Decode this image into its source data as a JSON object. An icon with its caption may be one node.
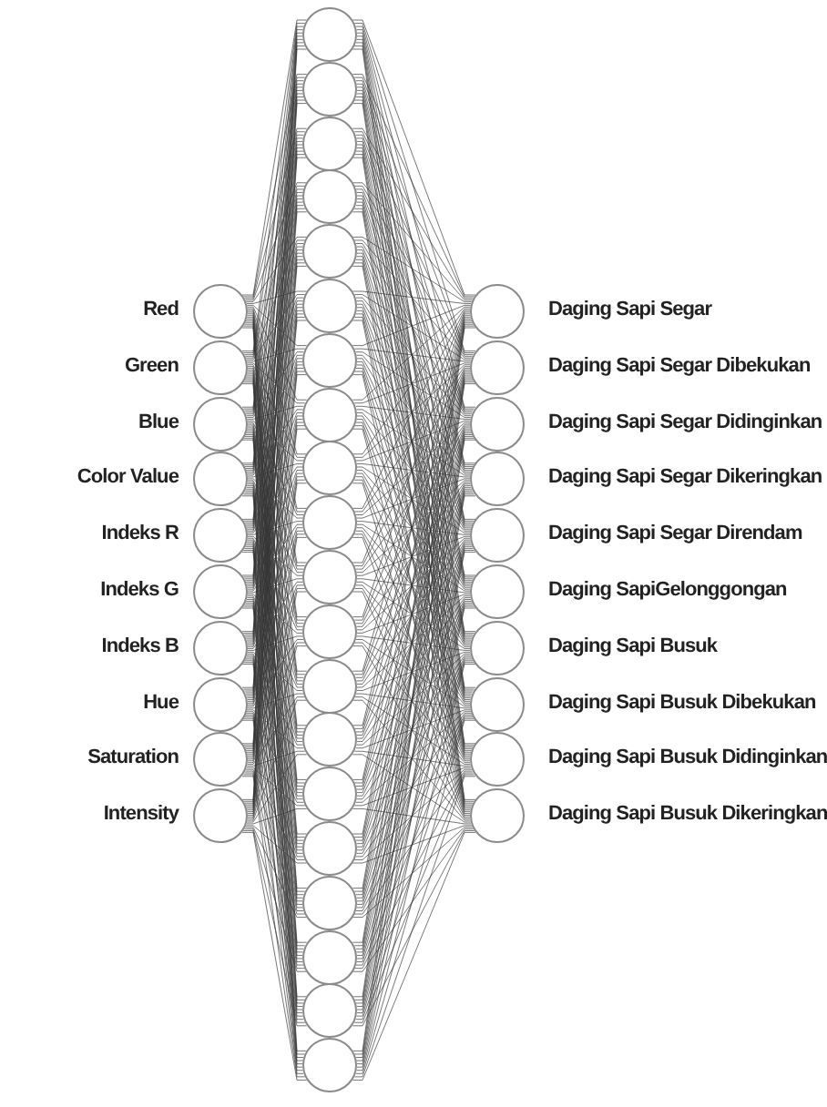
{
  "diagram": {
    "nodes": [
      {
        "text": [],
        "shape": "circle",
        "beside": [
          "Red"
        ]
      },
      {
        "text": [],
        "shape": "circle",
        "beside": [
          "Green"
        ]
      },
      {
        "text": [],
        "shape": "circle",
        "beside": [
          "Blue"
        ]
      },
      {
        "text": [],
        "shape": "circle",
        "beside": [
          "Color Value"
        ]
      },
      {
        "text": [],
        "shape": "circle",
        "beside": [
          "Indeks R"
        ]
      },
      {
        "text": [],
        "shape": "circle",
        "beside": [
          "Indeks G"
        ]
      },
      {
        "text": [],
        "shape": "circle",
        "beside": [
          "Indeks B"
        ]
      },
      {
        "text": [],
        "shape": "circle",
        "beside": [
          "Hue"
        ]
      },
      {
        "text": [],
        "shape": "circle",
        "beside": [
          "Saturation"
        ]
      },
      {
        "text": [],
        "shape": "circle",
        "beside": [
          "Intensity"
        ]
      },
      {
        "text": [],
        "shape": "circle"
      },
      {
        "text": [],
        "shape": "circle"
      },
      {
        "text": [],
        "shape": "circle"
      },
      {
        "text": [],
        "shape": "circle"
      },
      {
        "text": [],
        "shape": "circle"
      },
      {
        "text": [],
        "shape": "circle"
      },
      {
        "text": [],
        "shape": "circle"
      },
      {
        "text": [],
        "shape": "circle"
      },
      {
        "text": [],
        "shape": "circle"
      },
      {
        "text": [],
        "shape": "circle"
      },
      {
        "text": [],
        "shape": "circle"
      },
      {
        "text": [],
        "shape": "circle"
      },
      {
        "text": [],
        "shape": "circle"
      },
      {
        "text": [],
        "shape": "circle"
      },
      {
        "text": [],
        "shape": "circle"
      },
      {
        "text": [],
        "shape": "circle"
      },
      {
        "text": [],
        "shape": "circle"
      },
      {
        "text": [],
        "shape": "circle"
      },
      {
        "text": [],
        "shape": "circle"
      },
      {
        "text": [],
        "shape": "circle"
      },
      {
        "text": [],
        "shape": "circle",
        "beside": [
          "Daging Sapi Segar"
        ]
      },
      {
        "text": [],
        "shape": "circle",
        "beside": [
          "Daging Sapi Segar Dibekukan"
        ]
      },
      {
        "text": [],
        "shape": "circle",
        "beside": [
          "Daging Sapi Segar Didinginkan"
        ]
      },
      {
        "text": [],
        "shape": "circle",
        "beside": [
          "Daging Sapi Segar Dikeringkan"
        ]
      },
      {
        "text": [],
        "shape": "circle",
        "beside": [
          "Daging Sapi Segar Direndam"
        ]
      },
      {
        "text": [],
        "shape": "circle",
        "beside": [
          "Daging SapiGelonggongan"
        ]
      },
      {
        "text": [],
        "shape": "circle",
        "beside": [
          "Daging Sapi Busuk"
        ]
      },
      {
        "text": [],
        "shape": "circle",
        "beside": [
          "Daging Sapi Busuk Dibekukan"
        ]
      },
      {
        "text": [],
        "shape": "circle",
        "beside": [
          "Daging Sapi Busuk Didinginkan"
        ]
      },
      {
        "text": [],
        "shape": "circle",
        "beside": [
          "Daging Sapi Busuk Dikeringkan"
        ]
      }
    ],
    "edges": [
      {
        "from": 0,
        "to": 10,
        "arrow": "none"
      },
      {
        "from": 0,
        "to": 11,
        "arrow": "none"
      },
      {
        "from": 0,
        "to": 12,
        "arrow": "none"
      },
      {
        "from": 0,
        "to": 13,
        "arrow": "none"
      },
      {
        "from": 0,
        "to": 14,
        "arrow": "none"
      },
      {
        "from": 0,
        "to": 15,
        "arrow": "none"
      },
      {
        "from": 0,
        "to": 16,
        "arrow": "none"
      },
      {
        "from": 0,
        "to": 17,
        "arrow": "none"
      },
      {
        "from": 0,
        "to": 18,
        "arrow": "none"
      },
      {
        "from": 0,
        "to": 19,
        "arrow": "none"
      },
      {
        "from": 0,
        "to": 20,
        "arrow": "none"
      },
      {
        "from": 0,
        "to": 21,
        "arrow": "none"
      },
      {
        "from": 0,
        "to": 22,
        "arrow": "none"
      },
      {
        "from": 0,
        "to": 23,
        "arrow": "none"
      },
      {
        "from": 0,
        "to": 24,
        "arrow": "none"
      },
      {
        "from": 0,
        "to": 25,
        "arrow": "none"
      },
      {
        "from": 0,
        "to": 26,
        "arrow": "none"
      },
      {
        "from": 0,
        "to": 27,
        "arrow": "none"
      },
      {
        "from": 0,
        "to": 28,
        "arrow": "none"
      },
      {
        "from": 0,
        "to": 29,
        "arrow": "none"
      },
      {
        "from": 1,
        "to": 10,
        "arrow": "none"
      },
      {
        "from": 1,
        "to": 11,
        "arrow": "none"
      },
      {
        "from": 1,
        "to": 12,
        "arrow": "none"
      },
      {
        "from": 1,
        "to": 13,
        "arrow": "none"
      },
      {
        "from": 1,
        "to": 14,
        "arrow": "none"
      },
      {
        "from": 1,
        "to": 15,
        "arrow": "none"
      },
      {
        "from": 1,
        "to": 16,
        "arrow": "none"
      },
      {
        "from": 1,
        "to": 17,
        "arrow": "none"
      },
      {
        "from": 1,
        "to": 18,
        "arrow": "none"
      },
      {
        "from": 1,
        "to": 19,
        "arrow": "none"
      },
      {
        "from": 1,
        "to": 20,
        "arrow": "none"
      },
      {
        "from": 1,
        "to": 21,
        "arrow": "none"
      },
      {
        "from": 1,
        "to": 22,
        "arrow": "none"
      },
      {
        "from": 1,
        "to": 23,
        "arrow": "none"
      },
      {
        "from": 1,
        "to": 24,
        "arrow": "none"
      },
      {
        "from": 1,
        "to": 25,
        "arrow": "none"
      },
      {
        "from": 1,
        "to": 26,
        "arrow": "none"
      },
      {
        "from": 1,
        "to": 27,
        "arrow": "none"
      },
      {
        "from": 1,
        "to": 28,
        "arrow": "none"
      },
      {
        "from": 1,
        "to": 29,
        "arrow": "none"
      },
      {
        "from": 2,
        "to": 10,
        "arrow": "none"
      },
      {
        "from": 2,
        "to": 11,
        "arrow": "none"
      },
      {
        "from": 2,
        "to": 12,
        "arrow": "none"
      },
      {
        "from": 2,
        "to": 13,
        "arrow": "none"
      },
      {
        "from": 2,
        "to": 14,
        "arrow": "none"
      },
      {
        "from": 2,
        "to": 15,
        "arrow": "none"
      },
      {
        "from": 2,
        "to": 16,
        "arrow": "none"
      },
      {
        "from": 2,
        "to": 17,
        "arrow": "none"
      },
      {
        "from": 2,
        "to": 18,
        "arrow": "none"
      },
      {
        "from": 2,
        "to": 19,
        "arrow": "none"
      },
      {
        "from": 2,
        "to": 20,
        "arrow": "none"
      },
      {
        "from": 2,
        "to": 21,
        "arrow": "none"
      },
      {
        "from": 2,
        "to": 22,
        "arrow": "none"
      },
      {
        "from": 2,
        "to": 23,
        "arrow": "none"
      },
      {
        "from": 2,
        "to": 24,
        "arrow": "none"
      },
      {
        "from": 2,
        "to": 25,
        "arrow": "none"
      },
      {
        "from": 2,
        "to": 26,
        "arrow": "none"
      },
      {
        "from": 2,
        "to": 27,
        "arrow": "none"
      },
      {
        "from": 2,
        "to": 28,
        "arrow": "none"
      },
      {
        "from": 2,
        "to": 29,
        "arrow": "none"
      },
      {
        "from": 3,
        "to": 10,
        "arrow": "none"
      },
      {
        "from": 3,
        "to": 11,
        "arrow": "none"
      },
      {
        "from": 3,
        "to": 12,
        "arrow": "none"
      },
      {
        "from": 3,
        "to": 13,
        "arrow": "none"
      },
      {
        "from": 3,
        "to": 14,
        "arrow": "none"
      },
      {
        "from": 3,
        "to": 15,
        "arrow": "none"
      },
      {
        "from": 3,
        "to": 16,
        "arrow": "none"
      },
      {
        "from": 3,
        "to": 17,
        "arrow": "none"
      },
      {
        "from": 3,
        "to": 18,
        "arrow": "none"
      },
      {
        "from": 3,
        "to": 19,
        "arrow": "none"
      },
      {
        "from": 3,
        "to": 20,
        "arrow": "none"
      },
      {
        "from": 3,
        "to": 21,
        "arrow": "none"
      },
      {
        "from": 3,
        "to": 22,
        "arrow": "none"
      },
      {
        "from": 3,
        "to": 23,
        "arrow": "none"
      },
      {
        "from": 3,
        "to": 24,
        "arrow": "none"
      },
      {
        "from": 3,
        "to": 25,
        "arrow": "none"
      },
      {
        "from": 3,
        "to": 26,
        "arrow": "none"
      },
      {
        "from": 3,
        "to": 27,
        "arrow": "none"
      },
      {
        "from": 3,
        "to": 28,
        "arrow": "none"
      },
      {
        "from": 3,
        "to": 29,
        "arrow": "none"
      },
      {
        "from": 4,
        "to": 10,
        "arrow": "none"
      },
      {
        "from": 4,
        "to": 11,
        "arrow": "none"
      },
      {
        "from": 4,
        "to": 12,
        "arrow": "none"
      },
      {
        "from": 4,
        "to": 13,
        "arrow": "none"
      },
      {
        "from": 4,
        "to": 14,
        "arrow": "none"
      },
      {
        "from": 4,
        "to": 15,
        "arrow": "none"
      },
      {
        "from": 4,
        "to": 16,
        "arrow": "none"
      },
      {
        "from": 4,
        "to": 17,
        "arrow": "none"
      },
      {
        "from": 4,
        "to": 18,
        "arrow": "none"
      },
      {
        "from": 4,
        "to": 19,
        "arrow": "none"
      },
      {
        "from": 4,
        "to": 20,
        "arrow": "none"
      },
      {
        "from": 4,
        "to": 21,
        "arrow": "none"
      },
      {
        "from": 4,
        "to": 22,
        "arrow": "none"
      },
      {
        "from": 4,
        "to": 23,
        "arrow": "none"
      },
      {
        "from": 4,
        "to": 24,
        "arrow": "none"
      },
      {
        "from": 4,
        "to": 25,
        "arrow": "none"
      },
      {
        "from": 4,
        "to": 26,
        "arrow": "none"
      },
      {
        "from": 4,
        "to": 27,
        "arrow": "none"
      },
      {
        "from": 4,
        "to": 28,
        "arrow": "none"
      },
      {
        "from": 4,
        "to": 29,
        "arrow": "none"
      },
      {
        "from": 5,
        "to": 10,
        "arrow": "none"
      },
      {
        "from": 5,
        "to": 11,
        "arrow": "none"
      },
      {
        "from": 5,
        "to": 12,
        "arrow": "none"
      },
      {
        "from": 5,
        "to": 13,
        "arrow": "none"
      },
      {
        "from": 5,
        "to": 14,
        "arrow": "none"
      },
      {
        "from": 5,
        "to": 15,
        "arrow": "none"
      },
      {
        "from": 5,
        "to": 16,
        "arrow": "none"
      },
      {
        "from": 5,
        "to": 17,
        "arrow": "none"
      },
      {
        "from": 5,
        "to": 18,
        "arrow": "none"
      },
      {
        "from": 5,
        "to": 19,
        "arrow": "none"
      },
      {
        "from": 5,
        "to": 20,
        "arrow": "none"
      },
      {
        "from": 5,
        "to": 21,
        "arrow": "none"
      },
      {
        "from": 5,
        "to": 22,
        "arrow": "none"
      },
      {
        "from": 5,
        "to": 23,
        "arrow": "none"
      },
      {
        "from": 5,
        "to": 24,
        "arrow": "none"
      },
      {
        "from": 5,
        "to": 25,
        "arrow": "none"
      },
      {
        "from": 5,
        "to": 26,
        "arrow": "none"
      },
      {
        "from": 5,
        "to": 27,
        "arrow": "none"
      },
      {
        "from": 5,
        "to": 28,
        "arrow": "none"
      },
      {
        "from": 5,
        "to": 29,
        "arrow": "none"
      },
      {
        "from": 6,
        "to": 10,
        "arrow": "none"
      },
      {
        "from": 6,
        "to": 11,
        "arrow": "none"
      },
      {
        "from": 6,
        "to": 12,
        "arrow": "none"
      },
      {
        "from": 6,
        "to": 13,
        "arrow": "none"
      },
      {
        "from": 6,
        "to": 14,
        "arrow": "none"
      },
      {
        "from": 6,
        "to": 15,
        "arrow": "none"
      },
      {
        "from": 6,
        "to": 16,
        "arrow": "none"
      },
      {
        "from": 6,
        "to": 17,
        "arrow": "none"
      },
      {
        "from": 6,
        "to": 18,
        "arrow": "none"
      },
      {
        "from": 6,
        "to": 19,
        "arrow": "none"
      },
      {
        "from": 6,
        "to": 20,
        "arrow": "none"
      },
      {
        "from": 6,
        "to": 21,
        "arrow": "none"
      },
      {
        "from": 6,
        "to": 22,
        "arrow": "none"
      },
      {
        "from": 6,
        "to": 23,
        "arrow": "none"
      },
      {
        "from": 6,
        "to": 24,
        "arrow": "none"
      },
      {
        "from": 6,
        "to": 25,
        "arrow": "none"
      },
      {
        "from": 6,
        "to": 26,
        "arrow": "none"
      },
      {
        "from": 6,
        "to": 27,
        "arrow": "none"
      },
      {
        "from": 6,
        "to": 28,
        "arrow": "none"
      },
      {
        "from": 6,
        "to": 29,
        "arrow": "none"
      },
      {
        "from": 7,
        "to": 10,
        "arrow": "none"
      },
      {
        "from": 7,
        "to": 11,
        "arrow": "none"
      },
      {
        "from": 7,
        "to": 12,
        "arrow": "none"
      },
      {
        "from": 7,
        "to": 13,
        "arrow": "none"
      },
      {
        "from": 7,
        "to": 14,
        "arrow": "none"
      },
      {
        "from": 7,
        "to": 15,
        "arrow": "none"
      },
      {
        "from": 7,
        "to": 16,
        "arrow": "none"
      },
      {
        "from": 7,
        "to": 17,
        "arrow": "none"
      },
      {
        "from": 7,
        "to": 18,
        "arrow": "none"
      },
      {
        "from": 7,
        "to": 19,
        "arrow": "none"
      },
      {
        "from": 7,
        "to": 20,
        "arrow": "none"
      },
      {
        "from": 7,
        "to": 21,
        "arrow": "none"
      },
      {
        "from": 7,
        "to": 22,
        "arrow": "none"
      },
      {
        "from": 7,
        "to": 23,
        "arrow": "none"
      },
      {
        "from": 7,
        "to": 24,
        "arrow": "none"
      },
      {
        "from": 7,
        "to": 25,
        "arrow": "none"
      },
      {
        "from": 7,
        "to": 26,
        "arrow": "none"
      },
      {
        "from": 7,
        "to": 27,
        "arrow": "none"
      },
      {
        "from": 7,
        "to": 28,
        "arrow": "none"
      },
      {
        "from": 7,
        "to": 29,
        "arrow": "none"
      },
      {
        "from": 8,
        "to": 10,
        "arrow": "none"
      },
      {
        "from": 8,
        "to": 11,
        "arrow": "none"
      },
      {
        "from": 8,
        "to": 12,
        "arrow": "none"
      },
      {
        "from": 8,
        "to": 13,
        "arrow": "none"
      },
      {
        "from": 8,
        "to": 14,
        "arrow": "none"
      },
      {
        "from": 8,
        "to": 15,
        "arrow": "none"
      },
      {
        "from": 8,
        "to": 16,
        "arrow": "none"
      },
      {
        "from": 8,
        "to": 17,
        "arrow": "none"
      },
      {
        "from": 8,
        "to": 18,
        "arrow": "none"
      },
      {
        "from": 8,
        "to": 19,
        "arrow": "none"
      },
      {
        "from": 8,
        "to": 20,
        "arrow": "none"
      },
      {
        "from": 8,
        "to": 21,
        "arrow": "none"
      },
      {
        "from": 8,
        "to": 22,
        "arrow": "none"
      },
      {
        "from": 8,
        "to": 23,
        "arrow": "none"
      },
      {
        "from": 8,
        "to": 24,
        "arrow": "none"
      },
      {
        "from": 8,
        "to": 25,
        "arrow": "none"
      },
      {
        "from": 8,
        "to": 26,
        "arrow": "none"
      },
      {
        "from": 8,
        "to": 27,
        "arrow": "none"
      },
      {
        "from": 8,
        "to": 28,
        "arrow": "none"
      },
      {
        "from": 8,
        "to": 29,
        "arrow": "none"
      },
      {
        "from": 9,
        "to": 10,
        "arrow": "none"
      },
      {
        "from": 9,
        "to": 11,
        "arrow": "none"
      },
      {
        "from": 9,
        "to": 12,
        "arrow": "none"
      },
      {
        "from": 9,
        "to": 13,
        "arrow": "none"
      },
      {
        "from": 9,
        "to": 14,
        "arrow": "none"
      },
      {
        "from": 9,
        "to": 15,
        "arrow": "none"
      },
      {
        "from": 9,
        "to": 16,
        "arrow": "none"
      },
      {
        "from": 9,
        "to": 17,
        "arrow": "none"
      },
      {
        "from": 9,
        "to": 18,
        "arrow": "none"
      },
      {
        "from": 9,
        "to": 19,
        "arrow": "none"
      },
      {
        "from": 9,
        "to": 20,
        "arrow": "none"
      },
      {
        "from": 9,
        "to": 21,
        "arrow": "none"
      },
      {
        "from": 9,
        "to": 22,
        "arrow": "none"
      },
      {
        "from": 9,
        "to": 23,
        "arrow": "none"
      },
      {
        "from": 9,
        "to": 24,
        "arrow": "none"
      },
      {
        "from": 9,
        "to": 25,
        "arrow": "none"
      },
      {
        "from": 9,
        "to": 26,
        "arrow": "none"
      },
      {
        "from": 9,
        "to": 27,
        "arrow": "none"
      },
      {
        "from": 9,
        "to": 28,
        "arrow": "none"
      },
      {
        "from": 9,
        "to": 29,
        "arrow": "none"
      },
      {
        "from": 10,
        "to": 30,
        "arrow": "none"
      },
      {
        "from": 10,
        "to": 31,
        "arrow": "none"
      },
      {
        "from": 10,
        "to": 32,
        "arrow": "none"
      },
      {
        "from": 10,
        "to": 33,
        "arrow": "none"
      },
      {
        "from": 10,
        "to": 34,
        "arrow": "none"
      },
      {
        "from": 10,
        "to": 35,
        "arrow": "none"
      },
      {
        "from": 10,
        "to": 36,
        "arrow": "none"
      },
      {
        "from": 10,
        "to": 37,
        "arrow": "none"
      },
      {
        "from": 10,
        "to": 38,
        "arrow": "none"
      },
      {
        "from": 10,
        "to": 39,
        "arrow": "none"
      },
      {
        "from": 11,
        "to": 30,
        "arrow": "none"
      },
      {
        "from": 11,
        "to": 31,
        "arrow": "none"
      },
      {
        "from": 11,
        "to": 32,
        "arrow": "none"
      },
      {
        "from": 11,
        "to": 33,
        "arrow": "none"
      },
      {
        "from": 11,
        "to": 34,
        "arrow": "none"
      },
      {
        "from": 11,
        "to": 35,
        "arrow": "none"
      },
      {
        "from": 11,
        "to": 36,
        "arrow": "none"
      },
      {
        "from": 11,
        "to": 37,
        "arrow": "none"
      },
      {
        "from": 11,
        "to": 38,
        "arrow": "none"
      },
      {
        "from": 11,
        "to": 39,
        "arrow": "none"
      },
      {
        "from": 12,
        "to": 30,
        "arrow": "none"
      },
      {
        "from": 12,
        "to": 31,
        "arrow": "none"
      },
      {
        "from": 12,
        "to": 32,
        "arrow": "none"
      },
      {
        "from": 12,
        "to": 33,
        "arrow": "none"
      },
      {
        "from": 12,
        "to": 34,
        "arrow": "none"
      },
      {
        "from": 12,
        "to": 35,
        "arrow": "none"
      },
      {
        "from": 12,
        "to": 36,
        "arrow": "none"
      },
      {
        "from": 12,
        "to": 37,
        "arrow": "none"
      },
      {
        "from": 12,
        "to": 38,
        "arrow": "none"
      },
      {
        "from": 12,
        "to": 39,
        "arrow": "none"
      },
      {
        "from": 13,
        "to": 30,
        "arrow": "none"
      },
      {
        "from": 13,
        "to": 31,
        "arrow": "none"
      },
      {
        "from": 13,
        "to": 32,
        "arrow": "none"
      },
      {
        "from": 13,
        "to": 33,
        "arrow": "none"
      },
      {
        "from": 13,
        "to": 34,
        "arrow": "none"
      },
      {
        "from": 13,
        "to": 35,
        "arrow": "none"
      },
      {
        "from": 13,
        "to": 36,
        "arrow": "none"
      },
      {
        "from": 13,
        "to": 37,
        "arrow": "none"
      },
      {
        "from": 13,
        "to": 38,
        "arrow": "none"
      },
      {
        "from": 13,
        "to": 39,
        "arrow": "none"
      },
      {
        "from": 14,
        "to": 30,
        "arrow": "none"
      },
      {
        "from": 14,
        "to": 31,
        "arrow": "none"
      },
      {
        "from": 14,
        "to": 32,
        "arrow": "none"
      },
      {
        "from": 14,
        "to": 33,
        "arrow": "none"
      },
      {
        "from": 14,
        "to": 34,
        "arrow": "none"
      },
      {
        "from": 14,
        "to": 35,
        "arrow": "none"
      },
      {
        "from": 14,
        "to": 36,
        "arrow": "none"
      },
      {
        "from": 14,
        "to": 37,
        "arrow": "none"
      },
      {
        "from": 14,
        "to": 38,
        "arrow": "none"
      },
      {
        "from": 14,
        "to": 39,
        "arrow": "none"
      },
      {
        "from": 15,
        "to": 30,
        "arrow": "none"
      },
      {
        "from": 15,
        "to": 31,
        "arrow": "none"
      },
      {
        "from": 15,
        "to": 32,
        "arrow": "none"
      },
      {
        "from": 15,
        "to": 33,
        "arrow": "none"
      },
      {
        "from": 15,
        "to": 34,
        "arrow": "none"
      },
      {
        "from": 15,
        "to": 35,
        "arrow": "none"
      },
      {
        "from": 15,
        "to": 36,
        "arrow": "none"
      },
      {
        "from": 15,
        "to": 37,
        "arrow": "none"
      },
      {
        "from": 15,
        "to": 38,
        "arrow": "none"
      },
      {
        "from": 15,
        "to": 39,
        "arrow": "none"
      },
      {
        "from": 16,
        "to": 30,
        "arrow": "none"
      },
      {
        "from": 16,
        "to": 31,
        "arrow": "none"
      },
      {
        "from": 16,
        "to": 32,
        "arrow": "none"
      },
      {
        "from": 16,
        "to": 33,
        "arrow": "none"
      },
      {
        "from": 16,
        "to": 34,
        "arrow": "none"
      },
      {
        "from": 16,
        "to": 35,
        "arrow": "none"
      },
      {
        "from": 16,
        "to": 36,
        "arrow": "none"
      },
      {
        "from": 16,
        "to": 37,
        "arrow": "none"
      },
      {
        "from": 16,
        "to": 38,
        "arrow": "none"
      },
      {
        "from": 16,
        "to": 39,
        "arrow": "none"
      },
      {
        "from": 17,
        "to": 30,
        "arrow": "none"
      },
      {
        "from": 17,
        "to": 31,
        "arrow": "none"
      },
      {
        "from": 17,
        "to": 32,
        "arrow": "none"
      },
      {
        "from": 17,
        "to": 33,
        "arrow": "none"
      },
      {
        "from": 17,
        "to": 34,
        "arrow": "none"
      },
      {
        "from": 17,
        "to": 35,
        "arrow": "none"
      },
      {
        "from": 17,
        "to": 36,
        "arrow": "none"
      },
      {
        "from": 17,
        "to": 37,
        "arrow": "none"
      },
      {
        "from": 17,
        "to": 38,
        "arrow": "none"
      },
      {
        "from": 17,
        "to": 39,
        "arrow": "none"
      },
      {
        "from": 18,
        "to": 30,
        "arrow": "none"
      },
      {
        "from": 18,
        "to": 31,
        "arrow": "none"
      },
      {
        "from": 18,
        "to": 32,
        "arrow": "none"
      },
      {
        "from": 18,
        "to": 33,
        "arrow": "none"
      },
      {
        "from": 18,
        "to": 34,
        "arrow": "none"
      },
      {
        "from": 18,
        "to": 35,
        "arrow": "none"
      },
      {
        "from": 18,
        "to": 36,
        "arrow": "none"
      },
      {
        "from": 18,
        "to": 37,
        "arrow": "none"
      },
      {
        "from": 18,
        "to": 38,
        "arrow": "none"
      },
      {
        "from": 18,
        "to": 39,
        "arrow": "none"
      },
      {
        "from": 19,
        "to": 30,
        "arrow": "none"
      },
      {
        "from": 19,
        "to": 31,
        "arrow": "none"
      },
      {
        "from": 19,
        "to": 32,
        "arrow": "none"
      },
      {
        "from": 19,
        "to": 33,
        "arrow": "none"
      },
      {
        "from": 19,
        "to": 34,
        "arrow": "none"
      },
      {
        "from": 19,
        "to": 35,
        "arrow": "none"
      },
      {
        "from": 19,
        "to": 36,
        "arrow": "none"
      },
      {
        "from": 19,
        "to": 37,
        "arrow": "none"
      },
      {
        "from": 19,
        "to": 38,
        "arrow": "none"
      },
      {
        "from": 19,
        "to": 39,
        "arrow": "none"
      },
      {
        "from": 20,
        "to": 30,
        "arrow": "none"
      },
      {
        "from": 20,
        "to": 31,
        "arrow": "none"
      },
      {
        "from": 20,
        "to": 32,
        "arrow": "none"
      },
      {
        "from": 20,
        "to": 33,
        "arrow": "none"
      },
      {
        "from": 20,
        "to": 34,
        "arrow": "none"
      },
      {
        "from": 20,
        "to": 35,
        "arrow": "none"
      },
      {
        "from": 20,
        "to": 36,
        "arrow": "none"
      },
      {
        "from": 20,
        "to": 37,
        "arrow": "none"
      },
      {
        "from": 20,
        "to": 38,
        "arrow": "none"
      },
      {
        "from": 20,
        "to": 39,
        "arrow": "none"
      },
      {
        "from": 21,
        "to": 30,
        "arrow": "none"
      },
      {
        "from": 21,
        "to": 31,
        "arrow": "none"
      },
      {
        "from": 21,
        "to": 32,
        "arrow": "none"
      },
      {
        "from": 21,
        "to": 33,
        "arrow": "none"
      },
      {
        "from": 21,
        "to": 34,
        "arrow": "none"
      },
      {
        "from": 21,
        "to": 35,
        "arrow": "none"
      },
      {
        "from": 21,
        "to": 36,
        "arrow": "none"
      },
      {
        "from": 21,
        "to": 37,
        "arrow": "none"
      },
      {
        "from": 21,
        "to": 38,
        "arrow": "none"
      },
      {
        "from": 21,
        "to": 39,
        "arrow": "none"
      },
      {
        "from": 22,
        "to": 30,
        "arrow": "none"
      },
      {
        "from": 22,
        "to": 31,
        "arrow": "none"
      },
      {
        "from": 22,
        "to": 32,
        "arrow": "none"
      },
      {
        "from": 22,
        "to": 33,
        "arrow": "none"
      },
      {
        "from": 22,
        "to": 34,
        "arrow": "none"
      },
      {
        "from": 22,
        "to": 35,
        "arrow": "none"
      },
      {
        "from": 22,
        "to": 36,
        "arrow": "none"
      },
      {
        "from": 22,
        "to": 37,
        "arrow": "none"
      },
      {
        "from": 22,
        "to": 38,
        "arrow": "none"
      },
      {
        "from": 22,
        "to": 39,
        "arrow": "none"
      },
      {
        "from": 23,
        "to": 30,
        "arrow": "none"
      },
      {
        "from": 23,
        "to": 31,
        "arrow": "none"
      },
      {
        "from": 23,
        "to": 32,
        "arrow": "none"
      },
      {
        "from": 23,
        "to": 33,
        "arrow": "none"
      },
      {
        "from": 23,
        "to": 34,
        "arrow": "none"
      },
      {
        "from": 23,
        "to": 35,
        "arrow": "none"
      },
      {
        "from": 23,
        "to": 36,
        "arrow": "none"
      },
      {
        "from": 23,
        "to": 37,
        "arrow": "none"
      },
      {
        "from": 23,
        "to": 38,
        "arrow": "none"
      },
      {
        "from": 23,
        "to": 39,
        "arrow": "none"
      },
      {
        "from": 24,
        "to": 30,
        "arrow": "none"
      },
      {
        "from": 24,
        "to": 31,
        "arrow": "none"
      },
      {
        "from": 24,
        "to": 32,
        "arrow": "none"
      },
      {
        "from": 24,
        "to": 33,
        "arrow": "none"
      },
      {
        "from": 24,
        "to": 34,
        "arrow": "none"
      },
      {
        "from": 24,
        "to": 35,
        "arrow": "none"
      },
      {
        "from": 24,
        "to": 36,
        "arrow": "none"
      },
      {
        "from": 24,
        "to": 37,
        "arrow": "none"
      },
      {
        "from": 24,
        "to": 38,
        "arrow": "none"
      },
      {
        "from": 24,
        "to": 39,
        "arrow": "none"
      },
      {
        "from": 25,
        "to": 30,
        "arrow": "none"
      },
      {
        "from": 25,
        "to": 31,
        "arrow": "none"
      },
      {
        "from": 25,
        "to": 32,
        "arrow": "none"
      },
      {
        "from": 25,
        "to": 33,
        "arrow": "none"
      },
      {
        "from": 25,
        "to": 34,
        "arrow": "none"
      },
      {
        "from": 25,
        "to": 35,
        "arrow": "none"
      },
      {
        "from": 25,
        "to": 36,
        "arrow": "none"
      },
      {
        "from": 25,
        "to": 37,
        "arrow": "none"
      },
      {
        "from": 25,
        "to": 38,
        "arrow": "none"
      },
      {
        "from": 25,
        "to": 39,
        "arrow": "none"
      },
      {
        "from": 26,
        "to": 30,
        "arrow": "none"
      },
      {
        "from": 26,
        "to": 31,
        "arrow": "none"
      },
      {
        "from": 26,
        "to": 32,
        "arrow": "none"
      },
      {
        "from": 26,
        "to": 33,
        "arrow": "none"
      },
      {
        "from": 26,
        "to": 34,
        "arrow": "none"
      },
      {
        "from": 26,
        "to": 35,
        "arrow": "none"
      },
      {
        "from": 26,
        "to": 36,
        "arrow": "none"
      },
      {
        "from": 26,
        "to": 37,
        "arrow": "none"
      },
      {
        "from": 26,
        "to": 38,
        "arrow": "none"
      },
      {
        "from": 26,
        "to": 39,
        "arrow": "none"
      },
      {
        "from": 27,
        "to": 30,
        "arrow": "none"
      },
      {
        "from": 27,
        "to": 31,
        "arrow": "none"
      },
      {
        "from": 27,
        "to": 32,
        "arrow": "none"
      },
      {
        "from": 27,
        "to": 33,
        "arrow": "none"
      },
      {
        "from": 27,
        "to": 34,
        "arrow": "none"
      },
      {
        "from": 27,
        "to": 35,
        "arrow": "none"
      },
      {
        "from": 27,
        "to": 36,
        "arrow": "none"
      },
      {
        "from": 27,
        "to": 37,
        "arrow": "none"
      },
      {
        "from": 27,
        "to": 38,
        "arrow": "none"
      },
      {
        "from": 27,
        "to": 39,
        "arrow": "none"
      },
      {
        "from": 28,
        "to": 30,
        "arrow": "none"
      },
      {
        "from": 28,
        "to": 31,
        "arrow": "none"
      },
      {
        "from": 28,
        "to": 32,
        "arrow": "none"
      },
      {
        "from": 28,
        "to": 33,
        "arrow": "none"
      },
      {
        "from": 28,
        "to": 34,
        "arrow": "none"
      },
      {
        "from": 28,
        "to": 35,
        "arrow": "none"
      },
      {
        "from": 28,
        "to": 36,
        "arrow": "none"
      },
      {
        "from": 28,
        "to": 37,
        "arrow": "none"
      },
      {
        "from": 28,
        "to": 38,
        "arrow": "none"
      },
      {
        "from": 28,
        "to": 39,
        "arrow": "none"
      },
      {
        "from": 29,
        "to": 30,
        "arrow": "none"
      },
      {
        "from": 29,
        "to": 31,
        "arrow": "none"
      },
      {
        "from": 29,
        "to": 32,
        "arrow": "none"
      },
      {
        "from": 29,
        "to": 33,
        "arrow": "none"
      },
      {
        "from": 29,
        "to": 34,
        "arrow": "none"
      },
      {
        "from": 29,
        "to": 35,
        "arrow": "none"
      },
      {
        "from": 29,
        "to": 36,
        "arrow": "none"
      },
      {
        "from": 29,
        "to": 37,
        "arrow": "none"
      },
      {
        "from": 29,
        "to": 38,
        "arrow": "none"
      },
      {
        "from": 29,
        "to": 39,
        "arrow": "none"
      }
    ]
  }
}
